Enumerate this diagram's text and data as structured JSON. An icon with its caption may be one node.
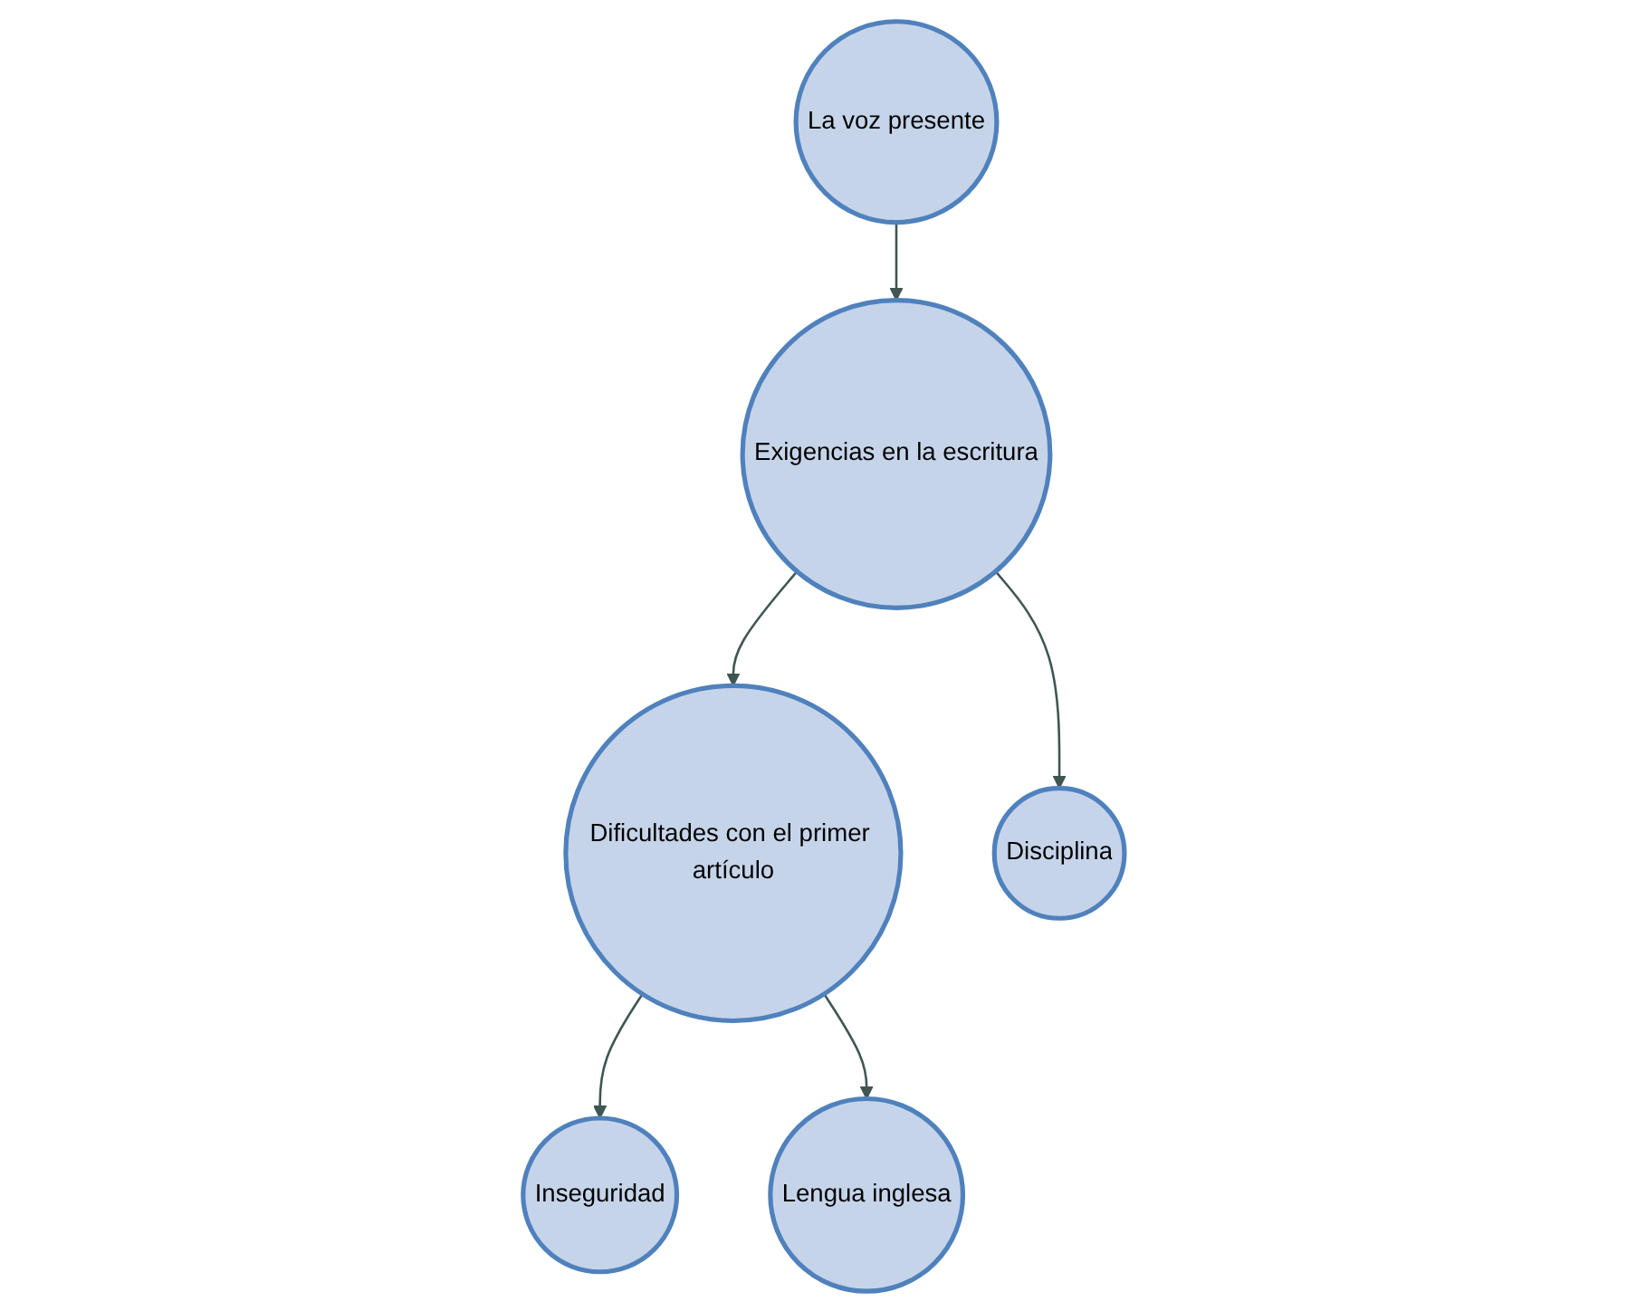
{
  "diagram": {
    "nodes": [
      {
        "text": [
          "La voz presente"
        ]
      },
      {
        "text": [
          "Exigencias en la escritura"
        ]
      },
      {
        "text": [
          "Dificultades con el primer artículo"
        ]
      },
      {
        "text": [
          "Disciplina"
        ]
      },
      {
        "text": [
          "Inseguridad"
        ]
      },
      {
        "text": [
          "Lengua inglesa"
        ]
      }
    ],
    "edges": [
      {
        "from": 0,
        "to": 1,
        "arrow": "to"
      },
      {
        "from": 1,
        "to": 2,
        "arrow": "to"
      },
      {
        "from": 1,
        "to": 3,
        "arrow": "to"
      },
      {
        "from": 2,
        "to": 4,
        "arrow": "to"
      },
      {
        "from": 2,
        "to": 5,
        "arrow": "to"
      }
    ]
  }
}
